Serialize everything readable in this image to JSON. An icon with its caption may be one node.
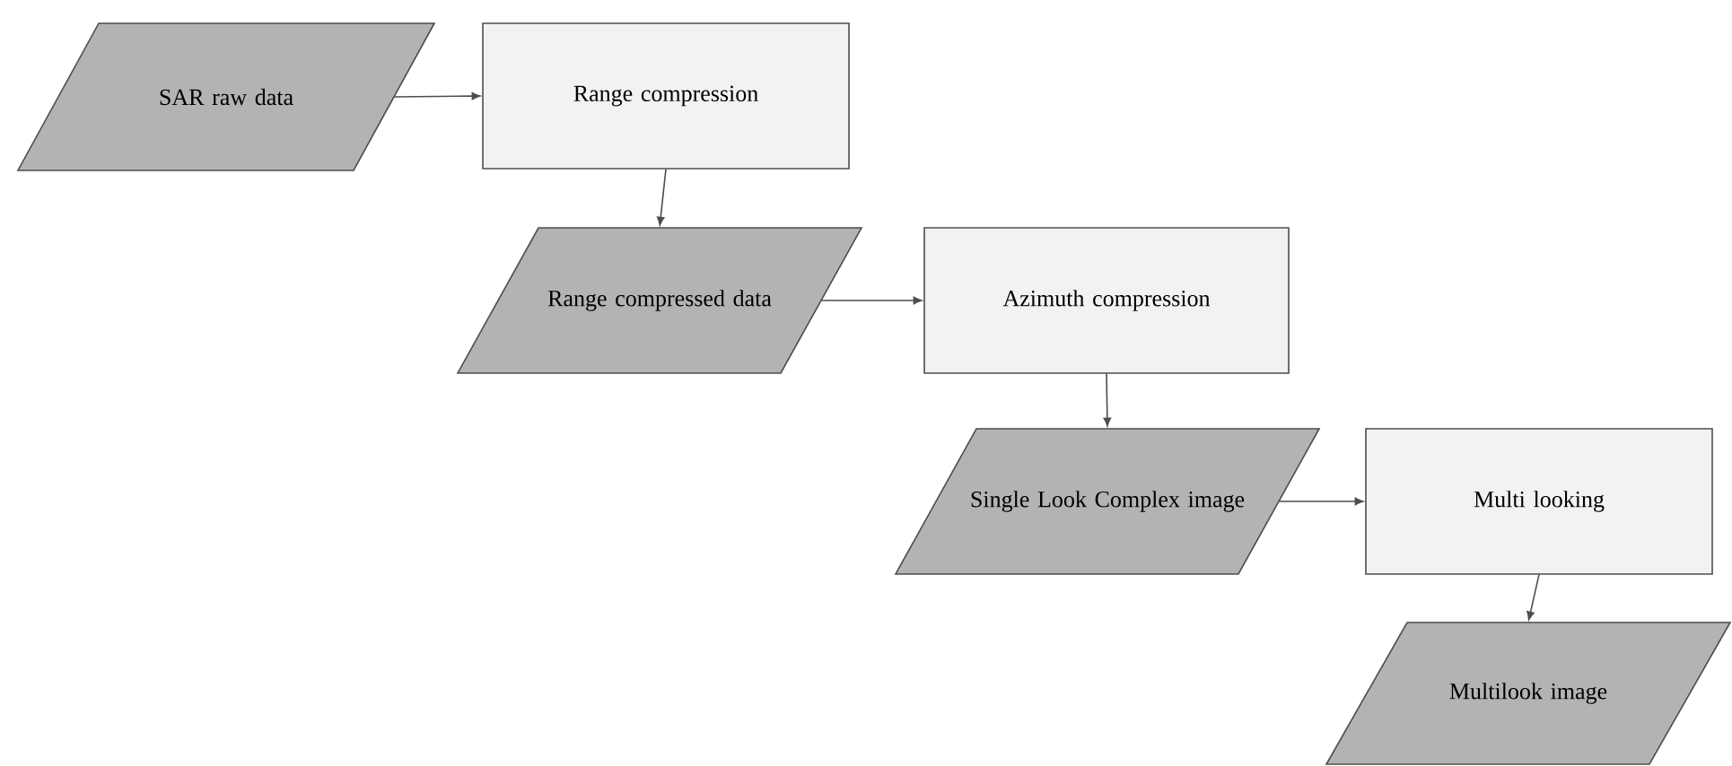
{
  "diagram": {
    "nodes": [
      {
        "text": [
          "SAR raw data"
        ]
      },
      {
        "text": [
          "Range compression"
        ]
      },
      {
        "text": [
          "Range compressed data"
        ]
      },
      {
        "text": [
          "Azimuth compression"
        ]
      },
      {
        "text": [
          "Single Look Complex image"
        ]
      },
      {
        "text": [
          "Multi looking"
        ]
      },
      {
        "text": [
          "Multilook image"
        ]
      }
    ],
    "edges": [
      {
        "from": 0,
        "to": 1,
        "arrow": "to"
      },
      {
        "from": 1,
        "to": 2,
        "arrow": "to"
      },
      {
        "from": 2,
        "to": 3,
        "arrow": "to"
      },
      {
        "from": 3,
        "to": 4,
        "arrow": "to"
      },
      {
        "from": 4,
        "to": 5,
        "arrow": "to"
      },
      {
        "from": 5,
        "to": 6,
        "arrow": "to"
      }
    ]
  }
}
